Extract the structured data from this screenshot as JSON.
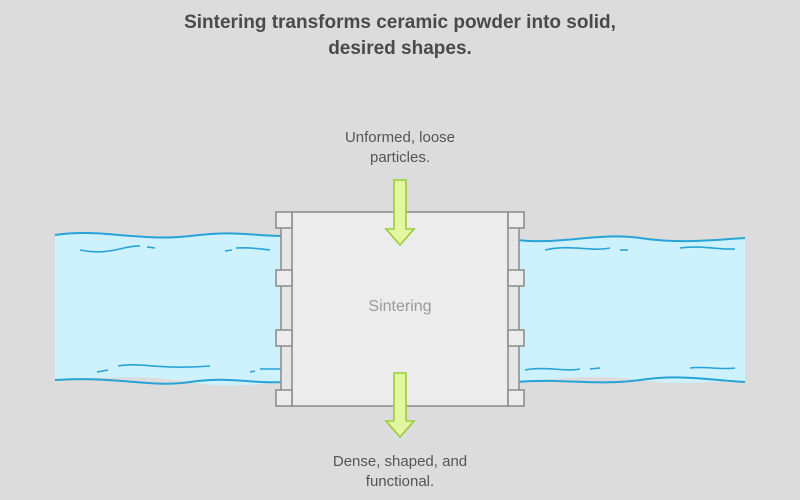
{
  "title_line1": "Sintering transforms ceramic powder into solid,",
  "title_line2": "desired shapes.",
  "input_label_line1": "Unformed, loose",
  "input_label_line2": "particles.",
  "process_label": "Sintering",
  "output_label_line1": "Dense, shaped, and",
  "output_label_line2": "functional.",
  "colors": {
    "water_fill": "#cdf2fe",
    "water_line": "#29a3d6",
    "arrow_fill": "#e4f7a0",
    "arrow_stroke": "#9ccc3c",
    "box_fill": "#ececec",
    "box_stroke": "#8a8a8a"
  }
}
